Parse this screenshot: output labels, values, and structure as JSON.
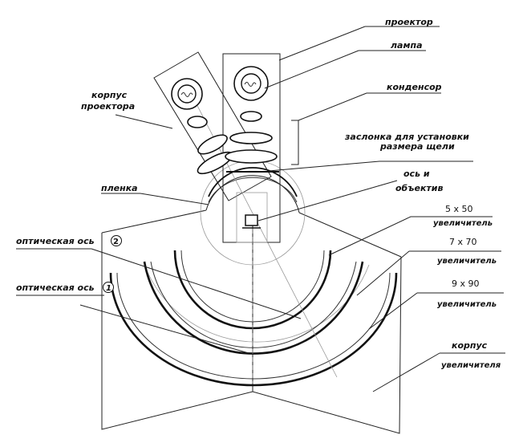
{
  "labels": {
    "projector": "проектор",
    "lamp": "лампа",
    "condenser": "конденсор",
    "shutter_line1": "заслонка для установки",
    "shutter_line2": "размера щели",
    "axis_lens_line1": "ось и",
    "axis_lens_line2": "объектив",
    "projector_body_line1": "корпус",
    "projector_body_line2": "проектора",
    "film": "пленка",
    "optical_axis_2": "оптическая ось",
    "axis_2_num": "2",
    "optical_axis_1": "оптическая ось",
    "axis_1_num": "1",
    "size_5x5": "5 x 50",
    "magnifier_1": "увеличитель",
    "size_7x7": "7 x 70",
    "magnifier_2": "увеличитель",
    "size_9x9": "9 x 90",
    "magnifier_3": "увеличитель",
    "magnifier_body_line1": "корпус",
    "magnifier_body_line2": "увеличителя"
  },
  "colors": {
    "ink": "#111111",
    "paper": "#ffffff",
    "faint": "#999999"
  }
}
